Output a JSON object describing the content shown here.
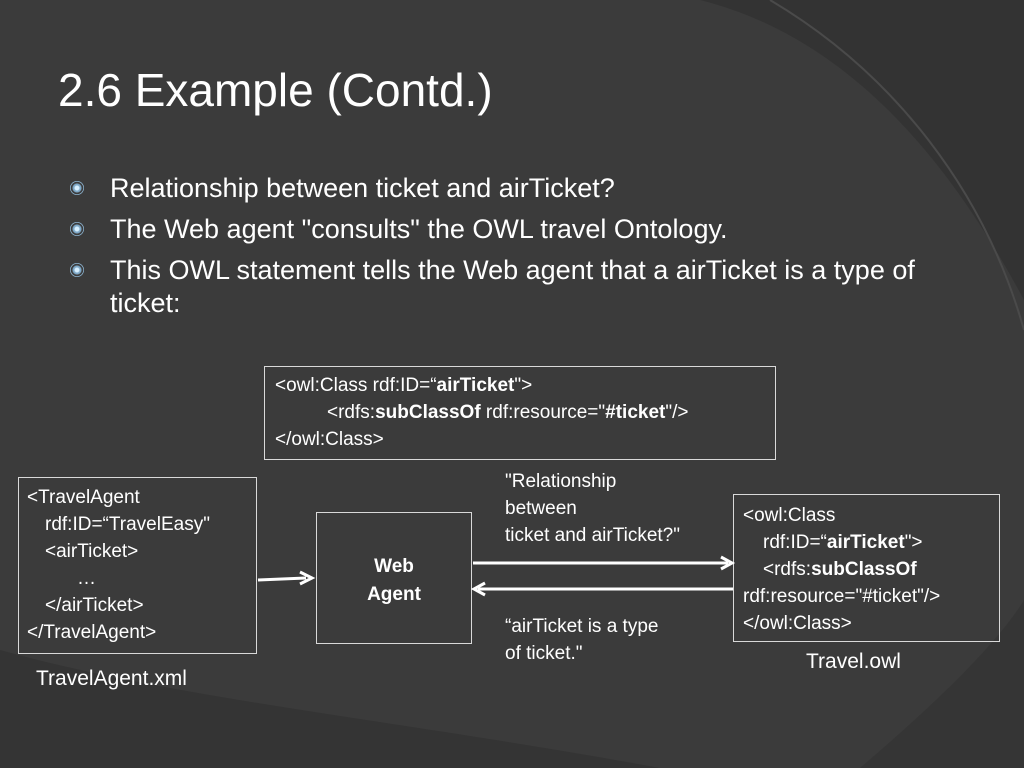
{
  "slide": {
    "title": "2.6 Example (Contd.)",
    "bullets": [
      "Relationship between ticket and airTicket?",
      "The Web agent \"consults\" the OWL travel Ontology.",
      "This OWL statement tells the Web agent that a airTicket is a type of ticket:"
    ]
  },
  "owl_statement": {
    "line1": {
      "pre": "<owl:Class rdf:ID=“",
      "bold": "airTicket",
      "post": "\">"
    },
    "line2": {
      "pre": "<rdfs:",
      "bold1": "subClassOf",
      "mid": " rdf:resource=\"",
      "bold2": "#ticket",
      "post": "\"/>"
    },
    "line3": "</owl:Class>"
  },
  "travel_agent_xml": {
    "lines": [
      "<TravelAgent",
      "rdf:ID=“TravelEasy\"",
      "<airTicket>",
      "…",
      "</airTicket>",
      "</TravelAgent>"
    ],
    "caption": "TravelAgent.xml"
  },
  "web_agent": {
    "line1": "Web",
    "line2": "Agent"
  },
  "travel_owl": {
    "line1": "<owl:Class",
    "line2": {
      "pre": "rdf:ID=“",
      "bold": "airTicket",
      "post": "\">"
    },
    "line3": {
      "pre": "<rdfs:",
      "bold": "subClassOf"
    },
    "line4": "rdf:resource=\"#ticket\"/>",
    "line5": "</owl:Class>",
    "caption": "Travel.owl"
  },
  "messages": {
    "query": [
      "\"Relationship",
      "between",
      "ticket and airTicket?\""
    ],
    "answer": [
      "“airTicket is a type",
      "of ticket.\""
    ]
  },
  "colors": {
    "background": "#3b3b3b",
    "text": "#ffffff",
    "bullet": "#8fb8d6",
    "border": "#d9d9d9"
  }
}
